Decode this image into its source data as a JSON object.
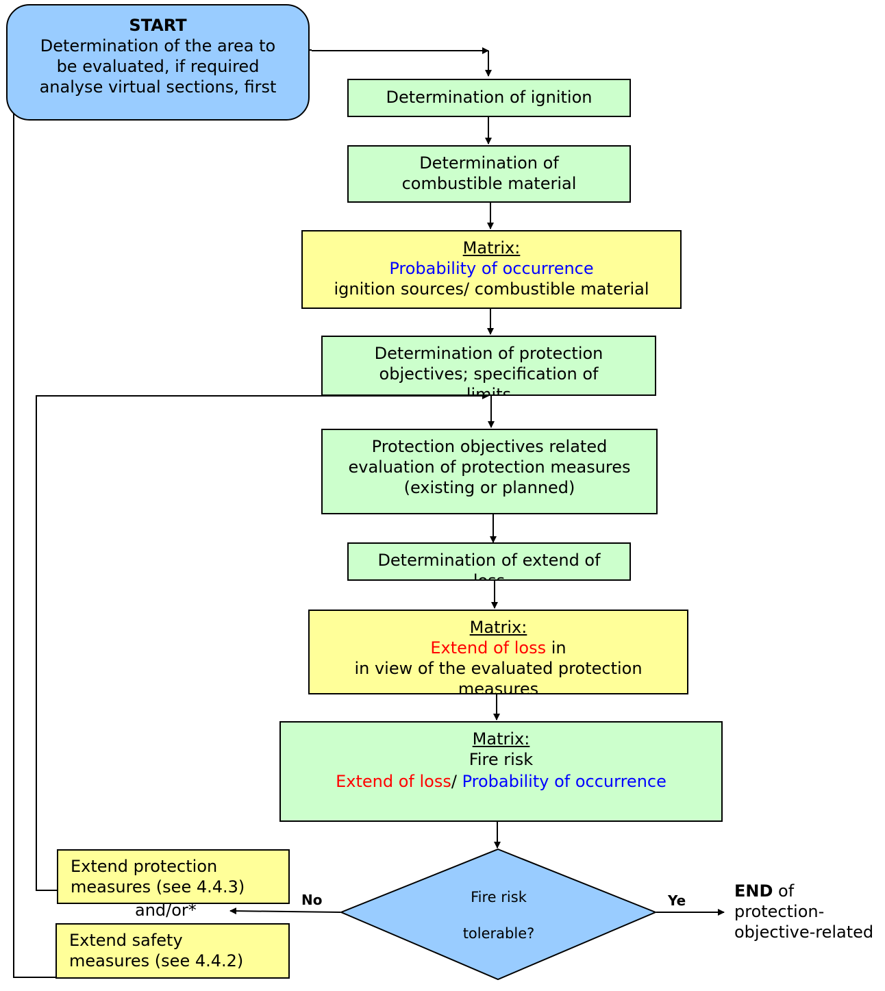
{
  "start": {
    "title": "START",
    "lines": [
      "Determination of the area to",
      "be evaluated, if required",
      "analyse virtual sections, first"
    ]
  },
  "ignition": {
    "lines": [
      "Determination of ignition"
    ]
  },
  "combustible": {
    "lines": [
      "Determination of",
      "combustible material"
    ]
  },
  "matrix1": {
    "heading": "Matrix:",
    "colored": "Probability of occurrence",
    "line": "ignition sources/ combustible material"
  },
  "objectives": {
    "lines": [
      "Determination of protection",
      "objectives; specification of",
      "limits"
    ]
  },
  "evaluation": {
    "lines": [
      "Protection objectives related",
      "evaluation of protection measures",
      "(existing or planned)"
    ]
  },
  "extend": {
    "lines": [
      "Determination of extend of",
      "loss"
    ]
  },
  "matrix2": {
    "heading": "Matrix:",
    "colored": "Extend of loss",
    "suffix": " in",
    "lines": [
      "in view of the evaluated protection",
      "measures"
    ]
  },
  "matrix3": {
    "heading": "Matrix:",
    "line": "Fire risk",
    "red": "Extend of loss",
    "sep": "/ ",
    "blue": "Probability of occurrence"
  },
  "decision": {
    "line1": "Fire risk",
    "line2": "tolerable?"
  },
  "yes_label": "Ye",
  "no_label": "No",
  "end": {
    "bold": "END",
    "rest": " of",
    "lines": [
      "protection-",
      "objective-related"
    ]
  },
  "protection_box": {
    "lines": [
      "Extend protection",
      "measures (see 4.4.3)"
    ]
  },
  "andor": "and/or*",
  "safety_box": {
    "lines": [
      "Extend safety",
      "measures (see 4.4.2)"
    ]
  },
  "colors": {
    "green": "#ccffcc",
    "yellow": "#ffff99",
    "blue": "#99ccff",
    "red": "#ff0000",
    "blue_text": "#0000ff"
  }
}
